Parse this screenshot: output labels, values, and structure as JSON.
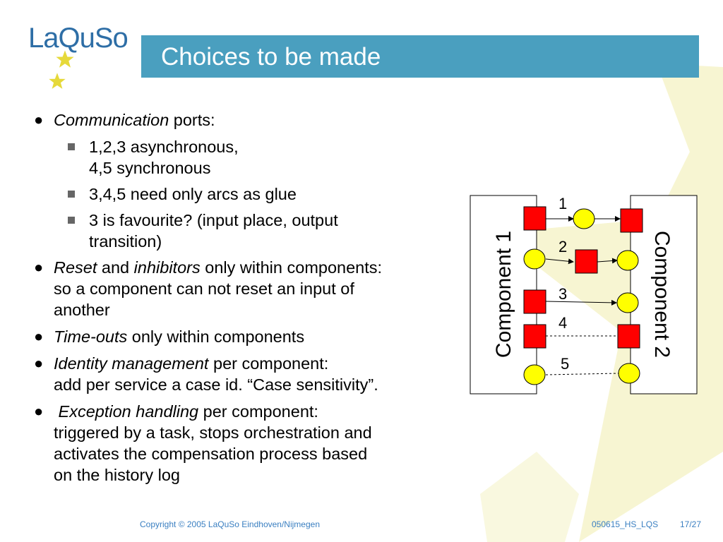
{
  "logo": {
    "text": "LaQuSo"
  },
  "title": "Choices to be made",
  "bullets": {
    "b1": {
      "italic": "Communication",
      "rest": " ports:"
    },
    "b1_subs": {
      "s1_line1": "1,2,3 asynchronous,",
      "s1_line2": "4,5 synchronous",
      "s2": "3,4,5 need only arcs as glue",
      "s3_line1": "3 is favourite? (input place, output",
      "s3_line2": "transition)"
    },
    "b2": {
      "italic1": "Reset",
      "mid": " and ",
      "italic2": "inhibitors",
      "rest": " only within components:",
      "line2": "so a component can not reset an input of",
      "line3": "another"
    },
    "b3": {
      "italic": "Time-outs",
      "rest": " only within components"
    },
    "b4": {
      "italic": "Identity management",
      "rest": " per component:",
      "line2": "add per service a case id. “Case sensitivity”."
    },
    "b5": {
      "italic": "Exception handling",
      "rest": " per component:",
      "line2": "triggered by a task, stops orchestration and",
      "line3": "activates the compensation process based",
      "line4": "on the history log"
    }
  },
  "diagram": {
    "component1_label": "Component 1",
    "component2_label": "Component 2",
    "labels": {
      "n1": "1",
      "n2": "2",
      "n3": "3",
      "n4": "4",
      "n5": "5"
    },
    "colors": {
      "transition": "#ff0000",
      "place": "#ffff00"
    }
  },
  "footer": {
    "copyright": "Copyright © 2005 LaQuSo Eindhoven/Nijmegen",
    "doc_id": "050615_HS_LQS",
    "page": "17/27"
  }
}
